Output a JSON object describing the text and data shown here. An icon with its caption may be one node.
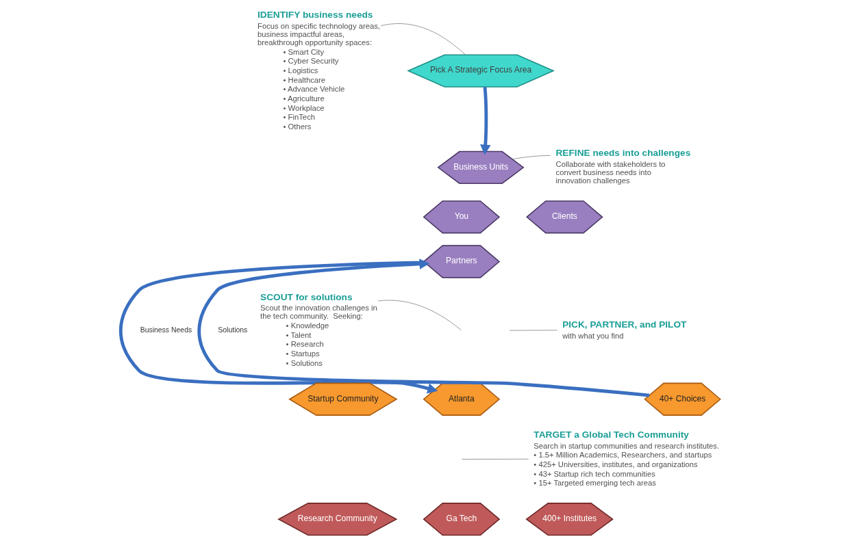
{
  "diagram": {
    "nodes": [
      {
        "text": [
          "Pick A Strategic Focus Area"
        ]
      },
      {
        "text": [
          "Business Units"
        ]
      },
      {
        "text": [
          "You"
        ]
      },
      {
        "text": [
          "Clients"
        ]
      },
      {
        "text": [
          "Partners"
        ]
      },
      {
        "text": [
          "40+ Choices"
        ]
      },
      {
        "text": [
          "Atlanta"
        ]
      },
      {
        "text": [
          "Startup Community"
        ]
      },
      {
        "text": [
          "Research Community"
        ]
      },
      {
        "text": [
          "Ga Tech"
        ]
      },
      {
        "text": [
          "400+ Institutes"
        ]
      },
      {
        "text": [
          "IDENTIFY business needs",
          "Focus on specific technology areas, business impactful areas, breakthrough opportunity spaces:",
          "• Smart City",
          "• Cyber Security",
          "• Logistics",
          "• Healthcare",
          "• Advance Vehicle",
          "• Agriculture",
          "• Workplace",
          "• FinTech",
          "• Others"
        ]
      },
      {
        "text": [
          "REFINE needs into challenges",
          "Collaborate with stakeholders to convert business needs into innovation challenges"
        ]
      },
      {
        "text": [
          "PICK, PARTNER, and PILOT",
          "with what you find"
        ]
      },
      {
        "text": [
          "SCOUT for solutions",
          "Scout the innovation challenges in the tech community.  Seeking:",
          "• Knowledge",
          "• Talent",
          "• Research",
          "• Startups",
          "• Solutions"
        ]
      },
      {
        "text": [
          "TARGET a Global Tech Community",
          "Search in startup communities and research institutes.",
          "• 1.5+ Million Academics, Researchers, and startups",
          "• 425+ Universities, institutes, and organizations",
          "• 43+ Startup rich tech communities",
          "• 15+ Targeted emerging tech areas"
        ]
      }
    ],
    "edges": [
      {
        "from": 11,
        "to": 0,
        "arrow": "none"
      },
      {
        "from": 0,
        "to": 1,
        "arrow": "to",
        "style": "thick",
        "color": "#3a6fc0"
      },
      {
        "from": 12,
        "to": 1,
        "arrow": "none"
      },
      {
        "from": 13,
        "to": null,
        "arrow": "none"
      },
      {
        "from": 14,
        "to": null,
        "arrow": "none"
      },
      {
        "from": 4,
        "to": 6,
        "arrow": "to",
        "label": "Business Needs",
        "style": "thick",
        "color": "#3a6fc0"
      },
      {
        "from": 5,
        "to": 4,
        "arrow": "to",
        "label": "Solutions",
        "style": "thick",
        "color": "#3a6fc0"
      },
      {
        "from": 15,
        "to": null,
        "arrow": "none"
      }
    ]
  }
}
